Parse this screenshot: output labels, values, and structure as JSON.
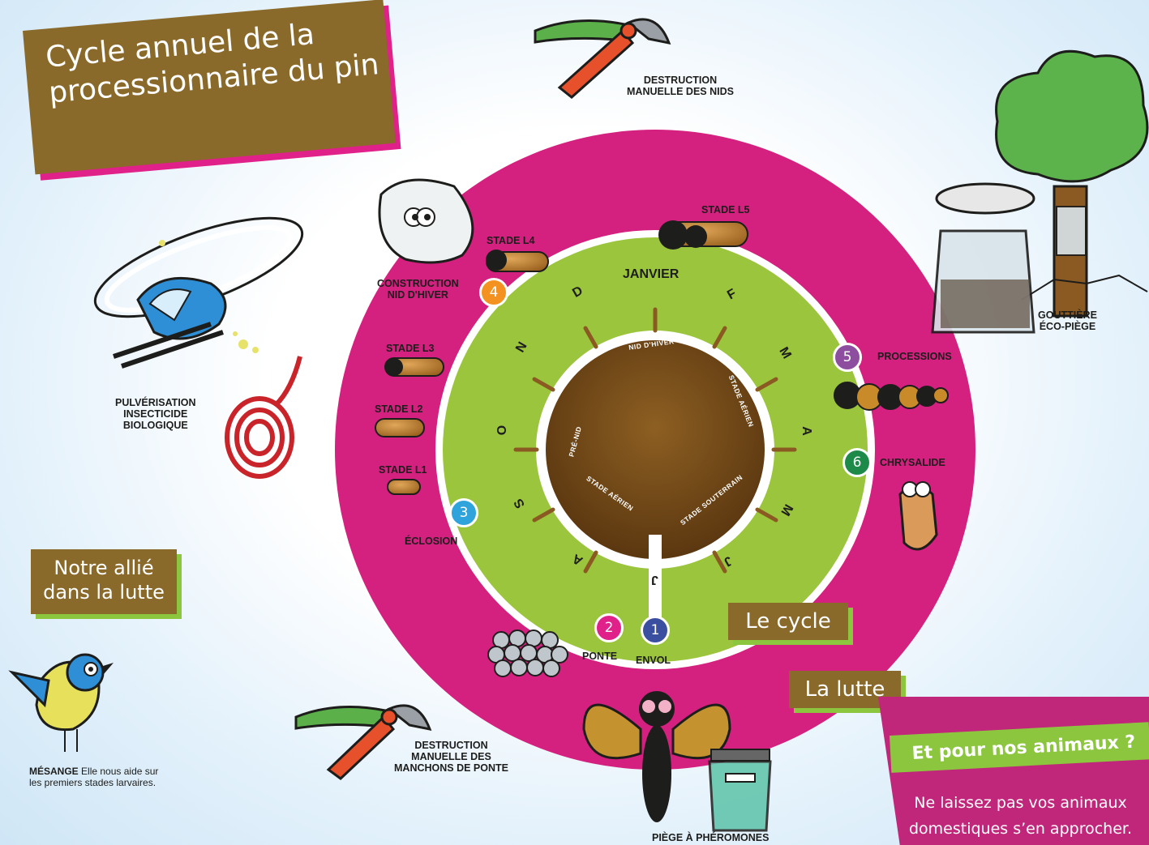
{
  "title": {
    "line1": "Cycle annuel de la",
    "line2": "processionnaire du pin"
  },
  "tags": {
    "ally_line1": "Notre allié",
    "ally_line2": "dans la lutte",
    "cycle": "Le cycle",
    "fight": "La lutte"
  },
  "months": [
    "JANVIER",
    "F",
    "M",
    "A",
    "M",
    "J",
    "J",
    "A",
    "S",
    "O",
    "N",
    "D"
  ],
  "inner_stages": [
    "NID D'HIVER",
    "STADE AÉRIEN",
    "STADE SOUTERRAIN",
    "STADE AÉRIEN",
    "PRÉ-NID"
  ],
  "steps": [
    {
      "num": "1",
      "label": "ENVOL",
      "color": "#3a4fa0"
    },
    {
      "num": "2",
      "label": "PONTE",
      "color": "#e0218a"
    },
    {
      "num": "3",
      "label": "ÉCLOSION",
      "color": "#2fa3dc"
    },
    {
      "num": "4",
      "label_line1": "CONSTRUCTION",
      "label_line2": "NID D'HIVER",
      "color": "#f39220"
    },
    {
      "num": "5",
      "label": "PROCESSIONS",
      "color": "#8e4ea0"
    },
    {
      "num": "6",
      "label": "CHRYSALIDE",
      "color": "#1d8a4a"
    }
  ],
  "larval_stages": [
    "STADE L1",
    "STADE L2",
    "STADE L3",
    "STADE L4",
    "STADE L5"
  ],
  "fight": {
    "nest_destruction_line1": "DESTRUCTION",
    "nest_destruction_line2": "MANUELLE DES NIDS",
    "spray_line1": "PULVÉRISATION",
    "spray_line2": "INSECTICIDE",
    "spray_line3": "BIOLOGIQUE",
    "gutter_line1": "GOUTTIÈRE",
    "gutter_line2": "ÉCO-PIÈGE",
    "egg_destruction_line1": "DESTRUCTION",
    "egg_destruction_line2": "MANUELLE DES",
    "egg_destruction_line3": "MANCHONS DE PONTE",
    "trap": "PIÈGE À PHÉROMONES"
  },
  "bird": {
    "name": "MÉSANGE",
    "text_line1": "Elle nous aide sur",
    "text_line2": "les premiers stades larvaires."
  },
  "pets": {
    "heading": "Et pour nos animaux ?",
    "line1": "Ne laissez pas vos animaux",
    "line2": "domestiques s’en approcher."
  },
  "colors": {
    "outer_ring": "#d4207f",
    "middle_ring": "#9bc53d",
    "center": "#6b4412",
    "brown": "#8a6a2a",
    "green_shadow": "#8cc63f"
  }
}
